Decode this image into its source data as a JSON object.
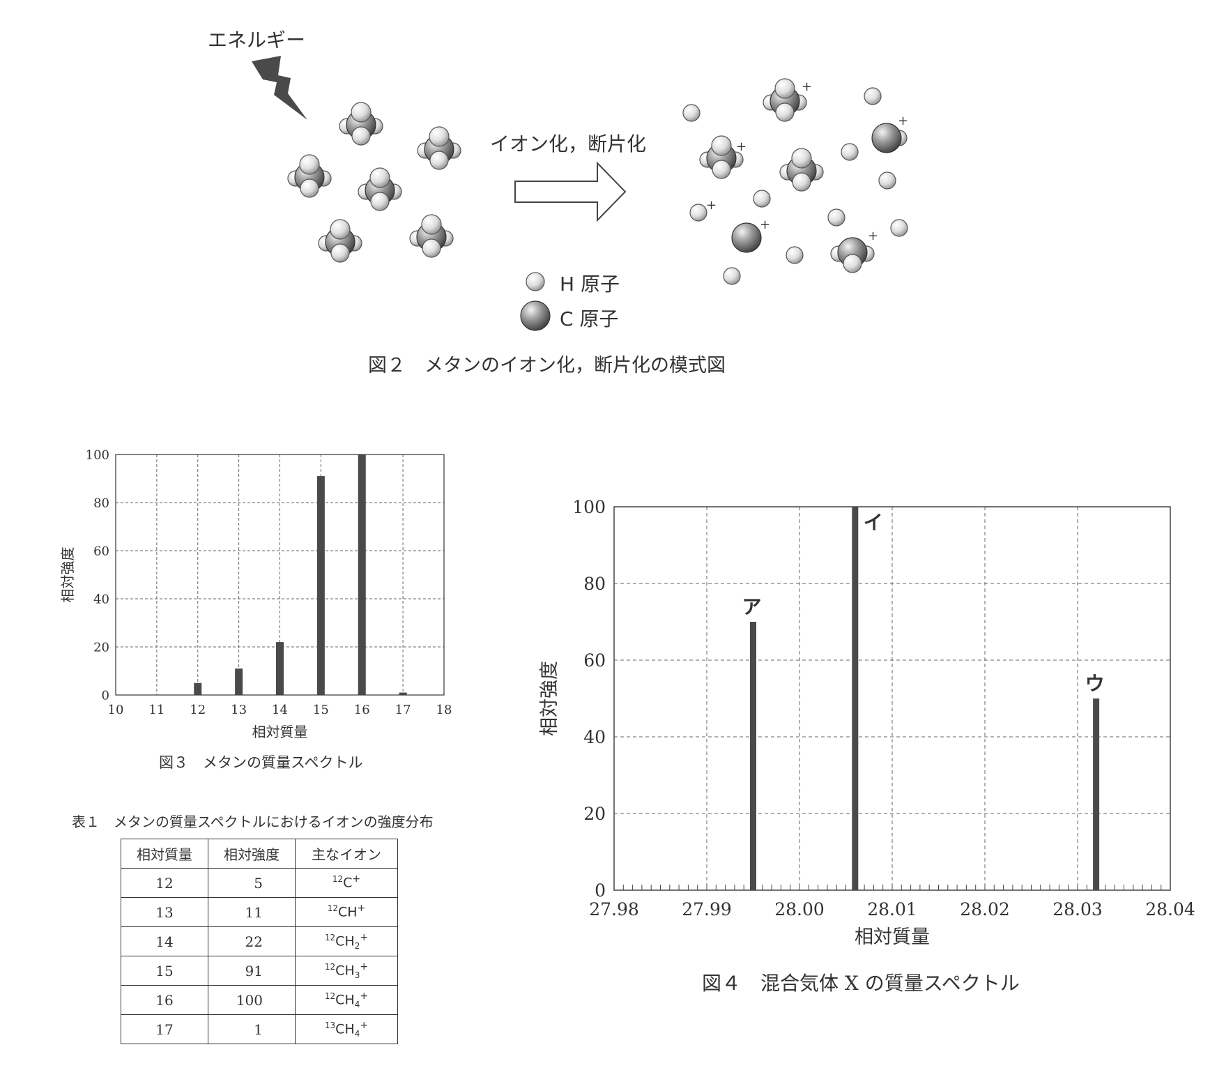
{
  "figure2": {
    "energy_label": "エネルギー",
    "process_label": "イオン化，断片化",
    "legend_h": "H 原子",
    "legend_c": "C 原子",
    "caption": "図２　メタンのイオン化，断片化の模式図",
    "plus_sign": "+",
    "colors": {
      "atom_h": "#e6e6e6",
      "atom_c": "#777777",
      "stroke": "#555555"
    }
  },
  "figure3": {
    "caption": "図３　メタンの質量スペクトル"
  },
  "figure4": {
    "caption": "図４　混合気体 X の質量スペクトル"
  },
  "table1": {
    "caption": "表１　メタンの質量スペクトルにおけるイオンの強度分布",
    "headers": [
      "相対質量",
      "相対強度",
      "主なイオン"
    ],
    "rows": [
      {
        "mass": "12",
        "intensity": "5",
        "ion_sup": "12",
        "ion_base": "C",
        "ion_sub": "",
        "ion_charge": "+"
      },
      {
        "mass": "13",
        "intensity": "11",
        "ion_sup": "12",
        "ion_base": "CH",
        "ion_sub": "",
        "ion_charge": "+"
      },
      {
        "mass": "14",
        "intensity": "22",
        "ion_sup": "12",
        "ion_base": "CH",
        "ion_sub": "2",
        "ion_charge": "+"
      },
      {
        "mass": "15",
        "intensity": "91",
        "ion_sup": "12",
        "ion_base": "CH",
        "ion_sub": "3",
        "ion_charge": "+"
      },
      {
        "mass": "16",
        "intensity": "100",
        "ion_sup": "12",
        "ion_base": "CH",
        "ion_sub": "4",
        "ion_charge": "+"
      },
      {
        "mass": "17",
        "intensity": "1",
        "ion_sup": "13",
        "ion_base": "CH",
        "ion_sub": "4",
        "ion_charge": "+"
      }
    ]
  },
  "chart_data": [
    {
      "type": "bar",
      "xlabel": "相対質量",
      "ylabel": "相対強度",
      "xlim": [
        10,
        18
      ],
      "ylim": [
        0,
        100
      ],
      "xticks": [
        "10",
        "11",
        "12",
        "13",
        "14",
        "15",
        "16",
        "17",
        "18"
      ],
      "yticks": [
        "0",
        "20",
        "40",
        "60",
        "80",
        "100"
      ],
      "grid": true,
      "x": [
        12,
        13,
        14,
        15,
        16,
        17
      ],
      "values": [
        5,
        11,
        22,
        91,
        100,
        1
      ],
      "bar_color": "#4a4a4a"
    },
    {
      "type": "bar",
      "xlabel": "相対質量",
      "ylabel": "相対強度",
      "xlim": [
        27.98,
        28.04
      ],
      "ylim": [
        0,
        100
      ],
      "xticks": [
        "27.98",
        "27.99",
        "28.00",
        "28.01",
        "28.02",
        "28.03",
        "28.04"
      ],
      "yticks": [
        "0",
        "20",
        "40",
        "60",
        "80",
        "100"
      ],
      "grid": true,
      "x": [
        27.995,
        28.006,
        28.032
      ],
      "values": [
        70,
        100,
        50
      ],
      "peak_labels": [
        "ア",
        "イ",
        "ウ"
      ],
      "bar_color": "#4a4a4a"
    }
  ]
}
